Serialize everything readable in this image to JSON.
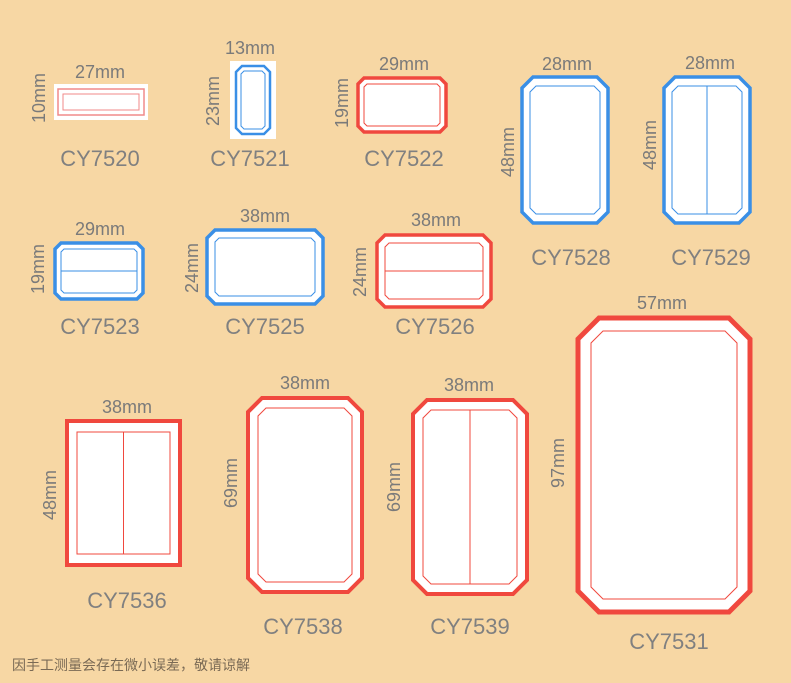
{
  "colors": {
    "background": "#f7d7a4",
    "red": "#f0483e",
    "blue": "#3a8fe6",
    "text": "#7a7a7a"
  },
  "labels": [
    {
      "code": "CY7520",
      "width": "27mm",
      "height": "10mm",
      "color": "red",
      "division": "none"
    },
    {
      "code": "CY7521",
      "width": "13mm",
      "height": "23mm",
      "color": "blue",
      "division": "none"
    },
    {
      "code": "CY7522",
      "width": "29mm",
      "height": "19mm",
      "color": "red",
      "division": "none"
    },
    {
      "code": "CY7528",
      "width": "28mm",
      "height": "48mm",
      "color": "blue",
      "division": "none"
    },
    {
      "code": "CY7529",
      "width": "28mm",
      "height": "48mm",
      "color": "blue",
      "division": "vertical"
    },
    {
      "code": "CY7523",
      "width": "29mm",
      "height": "19mm",
      "color": "blue",
      "division": "horizontal"
    },
    {
      "code": "CY7525",
      "width": "38mm",
      "height": "24mm",
      "color": "blue",
      "division": "none"
    },
    {
      "code": "CY7526",
      "width": "38mm",
      "height": "24mm",
      "color": "red",
      "division": "horizontal"
    },
    {
      "code": "CY7536",
      "width": "38mm",
      "height": "48mm",
      "color": "red",
      "division": "vertical"
    },
    {
      "code": "CY7538",
      "width": "38mm",
      "height": "69mm",
      "color": "red",
      "division": "none"
    },
    {
      "code": "CY7539",
      "width": "38mm",
      "height": "69mm",
      "color": "red",
      "division": "vertical"
    },
    {
      "code": "CY7531",
      "width": "57mm",
      "height": "97mm",
      "color": "red",
      "division": "none"
    }
  ],
  "footnote": "因手工测量会存在微小误差，敬请谅解"
}
